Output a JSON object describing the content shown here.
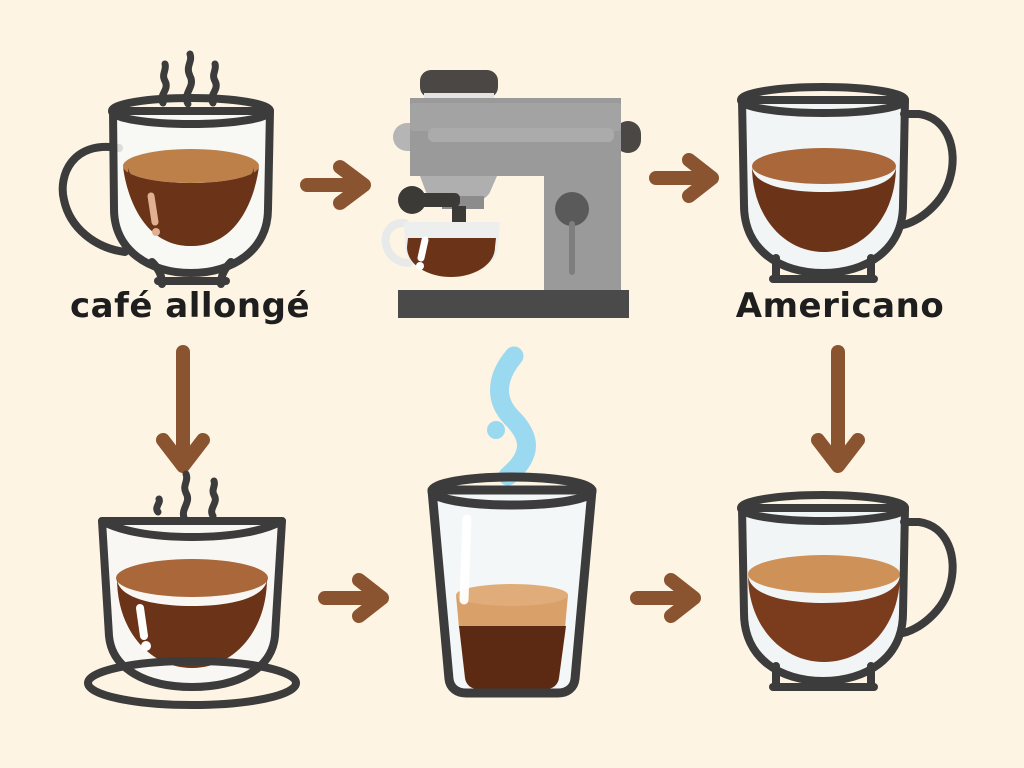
{
  "page": {
    "title": "Café Allongé vs Americano preparation diagram",
    "background_color": "#FDF4E3"
  },
  "palette": {
    "background": "#FDF4E3",
    "outline": "#3C3C3C",
    "glass": "#F4F6F6",
    "coffee_dark": "#6B3318",
    "coffee_body": "#7A3C1D",
    "crema": "#BE8049",
    "crema_light": "#CE9158",
    "espresso_dark": "#5C2A12",
    "arrow_brown": "#8B5430",
    "water_blue": "#9BD9F0",
    "machine_gray": "#9A9A9A",
    "machine_light": "#B5B5B5",
    "machine_dark": "#4A4744",
    "machine_base": "#4A4A4A",
    "highlight": "#FFFFFF"
  },
  "labels": {
    "cafe_allonge": "café allongé",
    "americano": "Americano"
  },
  "top_row": {
    "step_1": {
      "name": "cafe-allonge-cup",
      "description": "glass cup with left handle, steam, full brown coffee",
      "has_handle": true,
      "handle_side": "left",
      "has_steam": true,
      "crema_color": "#BE8049",
      "coffee_color": "#6B3318"
    },
    "arrow_1": {
      "direction": "right",
      "color": "#8B5430"
    },
    "step_2": {
      "name": "espresso-machine",
      "description": "flat-design espresso machine with portafilter and small cup",
      "body_color": "#9A9A9A",
      "base_color": "#4A4A4A",
      "cap_color": "#4A4744"
    },
    "arrow_2": {
      "direction": "right",
      "color": "#8B5430"
    },
    "step_3": {
      "name": "americano-cup",
      "description": "glass cup with right handle and footed base, brown coffee",
      "has_handle": true,
      "handle_side": "right",
      "has_steam": false,
      "crema_color": "#BE8049",
      "coffee_color": "#6B3318"
    }
  },
  "connectors": {
    "arrow_down_left": {
      "direction": "down",
      "color": "#8B5430"
    },
    "arrow_down_right": {
      "direction": "down",
      "color": "#8B5430"
    },
    "water_squiggle": {
      "name": "hot-water-pour",
      "color": "#9BD9F0",
      "has_droplet": true
    }
  },
  "bottom_row": {
    "step_4": {
      "name": "long-coffee-cup-on-saucer",
      "description": "handle-less glass cup on saucer with steam and coffee",
      "has_handle": false,
      "has_saucer": true,
      "has_steam": true,
      "crema_color": "#BE8049",
      "coffee_color": "#6B3318"
    },
    "arrow_3": {
      "direction": "right",
      "color": "#8B5430"
    },
    "step_5": {
      "name": "espresso-shot-glass",
      "description": "tapered glass tumbler with espresso shot and thick crema layer",
      "crema_color": "#D9A06A",
      "coffee_color": "#5C2A12"
    },
    "arrow_4": {
      "direction": "right",
      "color": "#8B5430"
    },
    "step_6": {
      "name": "finished-americano-cup",
      "description": "glass cup with right handle and footed base, diluted lighter coffee",
      "has_handle": true,
      "handle_side": "right",
      "crema_color": "#CE9158",
      "coffee_color": "#7A3C1D"
    }
  }
}
